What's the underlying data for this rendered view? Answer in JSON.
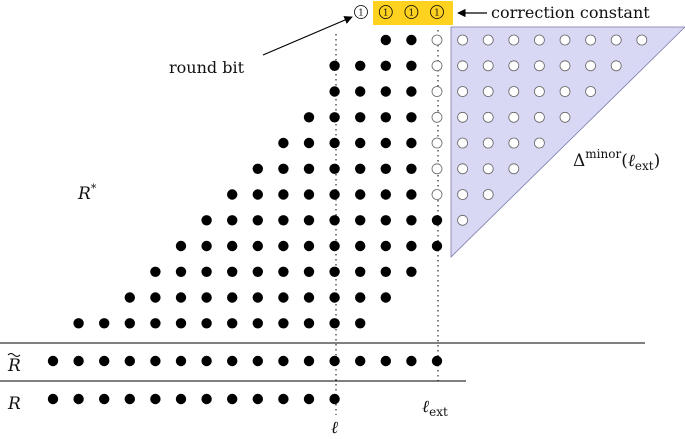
{
  "labels": {
    "correction_constant": "correction constant",
    "round_bit": "round bit",
    "r_star": "R",
    "r_star_sup": "*",
    "r_tilde": "R",
    "r_plain": "R",
    "ell": "ℓ",
    "ell_ext_main": "ℓ",
    "ell_ext_sub": "ext",
    "delta_symbol": "Δ",
    "delta_sup": "minor",
    "delta_arg_open": "(",
    "delta_arg_ell": "ℓ",
    "delta_arg_sub": "ext",
    "delta_arg_close": ")"
  },
  "correction_bits": [
    "1",
    "1",
    "1"
  ],
  "round_bit_value": "1",
  "colors": {
    "correction_box": "#ffd21f",
    "triangle_fill": "#d8d8f4",
    "triangle_stroke": "#7a7aa8",
    "dot": "#000000"
  }
}
